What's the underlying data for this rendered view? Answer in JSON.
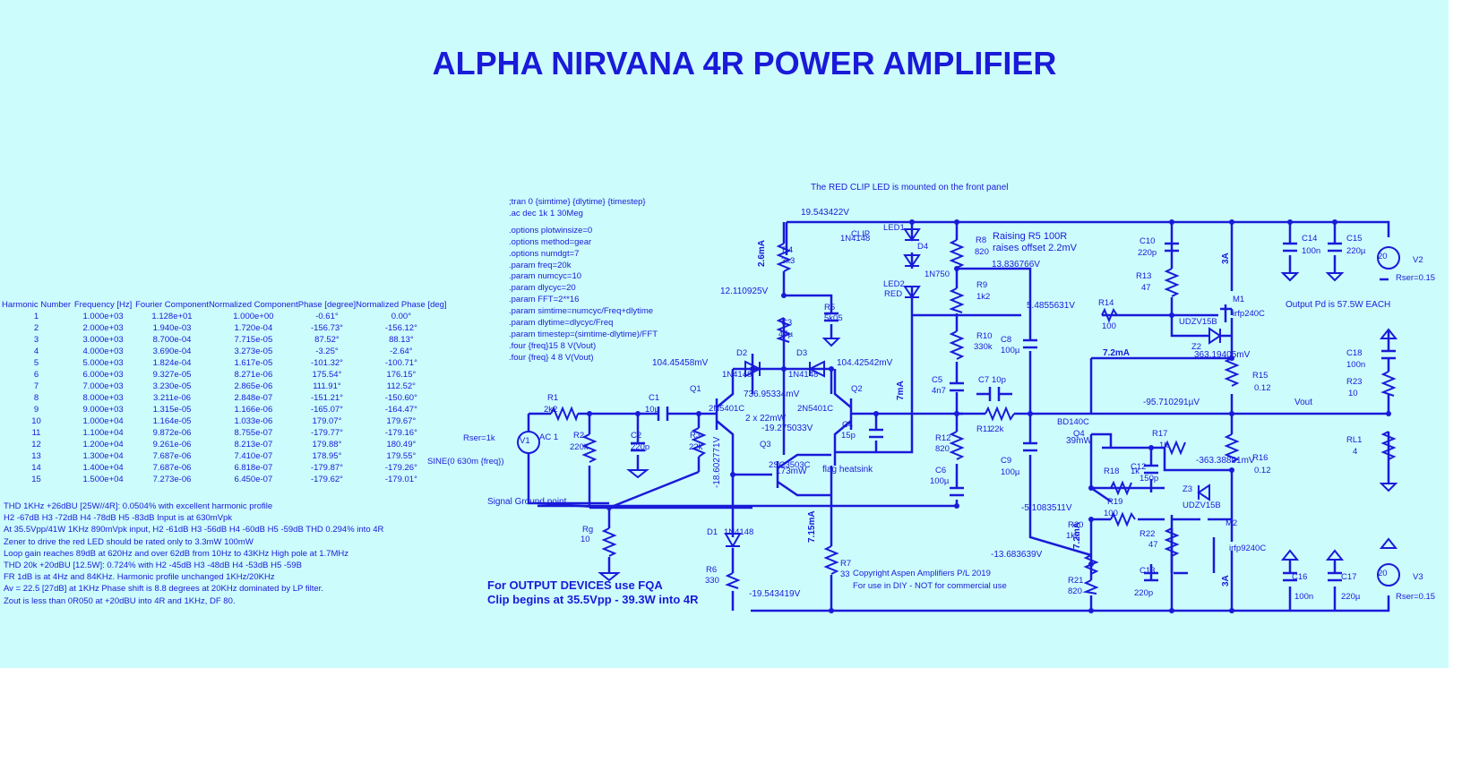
{
  "title": "ALPHA NIRVANA 4R POWER AMPLIFIER",
  "colors": {
    "background": "#ccfcfc",
    "ink": "#1a1ad9",
    "wire": "#1a1ad9"
  },
  "table": {
    "headers": [
      "Harmonic Number",
      "Frequency [Hz]",
      "Fourier Component",
      "Normalized Component",
      "Phase [degree]",
      "Normalized Phase [deg]"
    ],
    "rows": [
      [
        "1",
        "1.000e+03",
        "1.128e+01",
        "1.000e+00",
        "-0.61°",
        "0.00°"
      ],
      [
        "2",
        "2.000e+03",
        "1.940e-03",
        "1.720e-04",
        "-156.73°",
        "-156.12°"
      ],
      [
        "3",
        "3.000e+03",
        "8.700e-04",
        "7.715e-05",
        "87.52°",
        "88.13°"
      ],
      [
        "4",
        "4.000e+03",
        "3.690e-04",
        "3.273e-05",
        "-3.25°",
        "-2.64°"
      ],
      [
        "5",
        "5.000e+03",
        "1.824e-04",
        "1.617e-05",
        "-101.32°",
        "-100.71°"
      ],
      [
        "6",
        "6.000e+03",
        "9.327e-05",
        "8.271e-06",
        "175.54°",
        "176.15°"
      ],
      [
        "7",
        "7.000e+03",
        "3.230e-05",
        "2.865e-06",
        "111.91°",
        "112.52°"
      ],
      [
        "8",
        "8.000e+03",
        "3.211e-06",
        "2.848e-07",
        "-151.21°",
        "-150.60°"
      ],
      [
        "9",
        "9.000e+03",
        "1.315e-05",
        "1.166e-06",
        "-165.07°",
        "-164.47°"
      ],
      [
        "10",
        "1.000e+04",
        "1.164e-05",
        "1.033e-06",
        "179.07°",
        "179.67°"
      ],
      [
        "11",
        "1.100e+04",
        "9.872e-06",
        "8.755e-07",
        "-179.77°",
        "-179.16°"
      ],
      [
        "12",
        "1.200e+04",
        "9.261e-06",
        "8.213e-07",
        "179.88°",
        "180.49°"
      ],
      [
        "13",
        "1.300e+04",
        "7.687e-06",
        "7.410e-07",
        "178.95°",
        "179.55°"
      ],
      [
        "14",
        "1.400e+04",
        "7.687e-06",
        "6.818e-07",
        "-179.87°",
        "-179.26°"
      ],
      [
        "15",
        "1.500e+04",
        "7.273e-06",
        "6.450e-07",
        "-179.62°",
        "-179.01°"
      ]
    ]
  },
  "notes": [
    "THD 1KHz +26dBU [25W//4R]:   0.0504% with excellent  harmonic profile",
    "H2 -67dB H3 -72dB H4 -78dB  H5 -83dB  Input is at 630mVpk",
    "At 35.5Vpp/41W 1KHz 890mVpk input, H2 -61dB H3 -56dB H4 -60dB H5 -59dB THD 0.294% into 4R",
    "Zener to drive the red LED should be rated only to 3.3mW 100mW",
    "Loop gain reaches 89dB at  620Hz and over 62dB from 10Hz to 43KHz High pole at 1.7MHz",
    "THD 20k +20dBU [12.5W]: 0.724% with H2 -45dB H3 -48dB H4 -53dB  H5 -59B",
    "FR 1dB is at 4Hz and 84KHz.  Harmonic profile unchanged 1KHz/20KHz",
    "Av = 22.5 [27dB] at 1KHz  Phase shift is 8.8 degrees at 20KHz dominated by LP filter.",
    "Zout is less than 0R050 at +20dBU into 4R and 1KHz, DF 80."
  ],
  "directives": [
    ";tran 0 {simtime} {dlytime} {timestep}",
    ".ac dec 1k 1 30Meg",
    ".options plotwinsize=0",
    ".options method=gear",
    ".options numdgt=7",
    ".param freq=20k",
    ".param numcyc=10",
    ".param dlycyc=20",
    ".param FFT=2**16",
    ".param simtime=numcyc/Freq+dlytime",
    ".param dlytime=dlycyc/Freq",
    ".param timestep=(simtime-dlytime)/FFT",
    ".four {freq}15 8 V(Vout)",
    ".four {freq} 4 8 V(Vout)"
  ],
  "headnote": "The RED CLIP LED is mounted on the front panel",
  "output_note1": "For OUTPUT DEVICES use FQA",
  "output_note2": "Clip begins at 35.5Vpp - 39.3W into 4R",
  "copyright1": "Copyright Aspen Amplifiers P/L    2019",
  "copyright2": "For use in DIY - NOT for commercial use",
  "pd_note": "Output Pd is 57.5W EACH",
  "raising1": "Raising  R5 100R",
  "raising2": "raises offset 2.2mV",
  "flag": "flag heatsink",
  "sig_ground": "Signal Ground point",
  "labels": [
    {
      "k": "19.543422V"
    },
    {
      "k": "12.110925V"
    },
    {
      "k": "104.45458mV"
    },
    {
      "k": "104.42542mV"
    },
    {
      "k": "736.95334mV"
    },
    {
      "k": "-19.275033V"
    },
    {
      "k": "-18.602771V"
    },
    {
      "k": "13.836766V"
    },
    {
      "k": "5.4855631V"
    },
    {
      "k": "363.19405mV"
    },
    {
      "k": "-95.710291µV"
    },
    {
      "k": "-363.38891mV"
    },
    {
      "k": "-5.1083511V"
    },
    {
      "k": "-13.683639V"
    },
    {
      "k": "-19.543419V"
    },
    {
      "k": "Vout"
    },
    {
      "k": "2.6mA"
    },
    {
      "k": "7mA"
    },
    {
      "k": "7.15mA"
    },
    {
      "k": "7.2mA"
    },
    {
      "k": "7.2mA"
    },
    {
      "k": "3A"
    },
    {
      "k": "3A"
    },
    {
      "k": "2 x 22mW"
    },
    {
      "k": "173mW"
    },
    {
      "k": "39mW"
    }
  ],
  "parts": [
    "R1",
    "2k2",
    "R2",
    "220k",
    "C1",
    "10µ",
    "C2",
    "220p",
    "R3",
    "22k",
    "Rser=1k",
    "V1",
    "AC 1",
    "SINE(0 630m {freq})",
    "Rg",
    "10",
    "R4",
    "3k3",
    "R5",
    "5k05",
    "C3",
    "47µ",
    "D2",
    "1N4148",
    "D3",
    "1N4148",
    "Q1",
    "2N5401C",
    "Q2",
    "2N5401C",
    "Q3",
    "2SC3503C",
    "C4",
    "15p",
    "D1",
    "1N4148",
    "R6",
    "330",
    "R7",
    "33",
    "CLIP",
    "LED1",
    "1N4148",
    "D4",
    "1N750",
    "LED2",
    "RED",
    "R8",
    "820",
    "R9",
    "1k2",
    "R10",
    "330k",
    "C5",
    "4n7",
    "C7",
    "10p",
    "C8",
    "100µ",
    "R12",
    "820",
    "C6",
    "100µ",
    "R11",
    "22k",
    "C9",
    "100µ",
    "BD140C",
    "Q4",
    "R17",
    "1k",
    "C12",
    "150p",
    "R18",
    "1k",
    "R19",
    "100",
    "R20",
    "1k2",
    "R21",
    "820",
    "R22",
    "47",
    "C13",
    "220p",
    "Z3",
    "UDZV15B",
    "M2",
    "irfp9240C",
    "C10",
    "220p",
    "R13",
    "47",
    "R14",
    "100",
    "M1",
    "irfp240C",
    "UDZV15B",
    "Z2",
    "R15",
    "0.12",
    "R16",
    "0.12",
    "C14",
    "100n",
    "C15",
    "220µ",
    "V2",
    "20",
    "Rser=0.15",
    "C18",
    "100n",
    "R23",
    "10",
    "RL1",
    "4",
    "C16",
    "100n",
    "C17",
    "220µ",
    "V3",
    "20",
    "Rser=0.15"
  ]
}
